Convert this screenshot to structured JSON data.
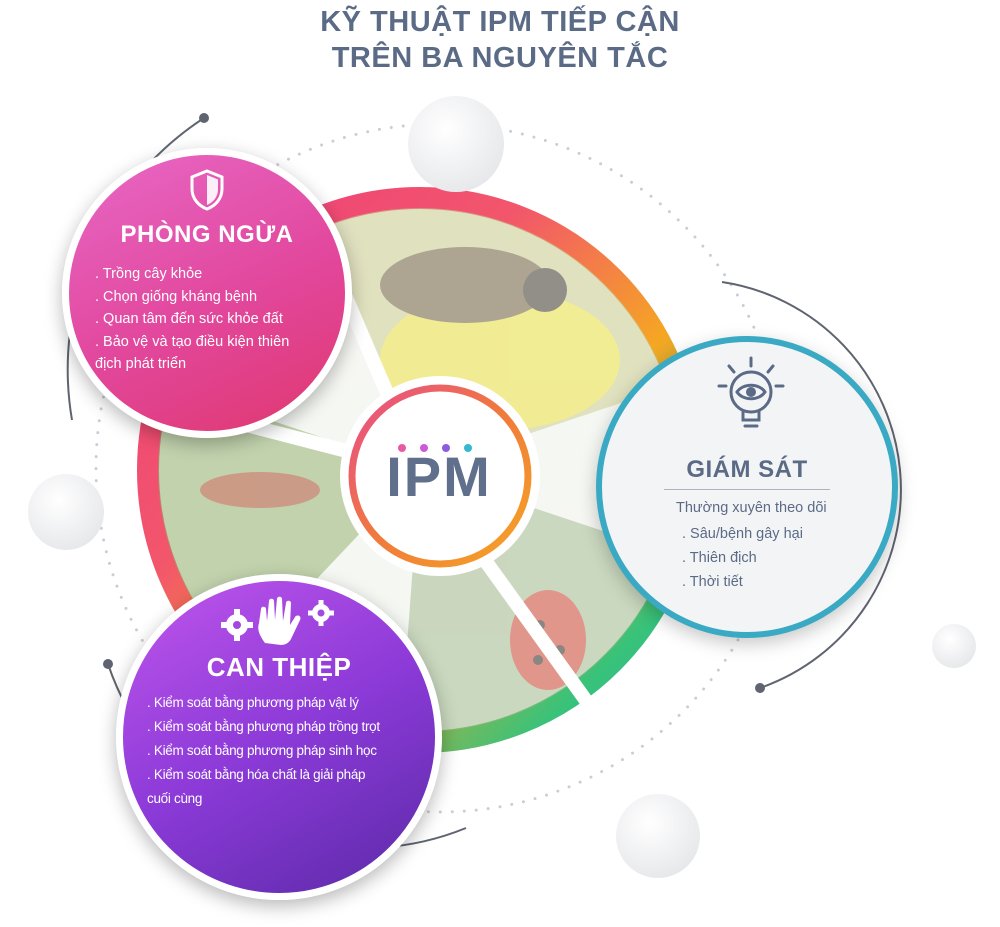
{
  "title": {
    "line1": "KỸ THUẬT IPM TIẾP CẬN",
    "line2": "TRÊN BA NGUYÊN TẮC"
  },
  "center": {
    "label": "IPM",
    "dot_colors": [
      "#e85aa4",
      "#c95cd6",
      "#8c5ce0",
      "#35b8d0"
    ]
  },
  "prevent": {
    "title": "PHÒNG NGỪA",
    "icon": "shield-icon",
    "items": [
      ". Trồng cây khỏe",
      ". Chọn giống kháng bệnh",
      ". Quan tâm đến sức khỏe đất",
      ". Bảo vệ và tạo điều kiện thiên",
      "địch phát triển"
    ]
  },
  "monitor": {
    "title": "GIÁM SÁT",
    "icon": "eye-lightbulb-icon",
    "lead": "Thường xuyên theo dõi",
    "items": [
      ". Sâu/bệnh gây hại",
      ". Thiên địch",
      ". Thời tiết"
    ]
  },
  "intervene": {
    "title": "CAN THIỆP",
    "icon": "gears-hand-icon",
    "items": [
      ". Kiểm soát bằng phương pháp vật lý",
      ". Kiểm soát bằng phương pháp trồng trọt",
      ". Kiểm soát bằng phương pháp sinh học",
      ". Kiểm soát bằng hóa chất là giải pháp",
      "cuối cùng"
    ]
  },
  "colors": {
    "title": "#5b6b86",
    "prevent": "#e2479c",
    "intervene": "#8c3ad8",
    "monitor_border": "#3aa9c4",
    "ring_top": "#f2566b",
    "ring_right": "#f5a623",
    "ring_bottom": "#38c27a"
  },
  "photos": [
    "bee-on-flower-photo",
    "ant-on-leaf-photo",
    "ladybug-photo"
  ]
}
